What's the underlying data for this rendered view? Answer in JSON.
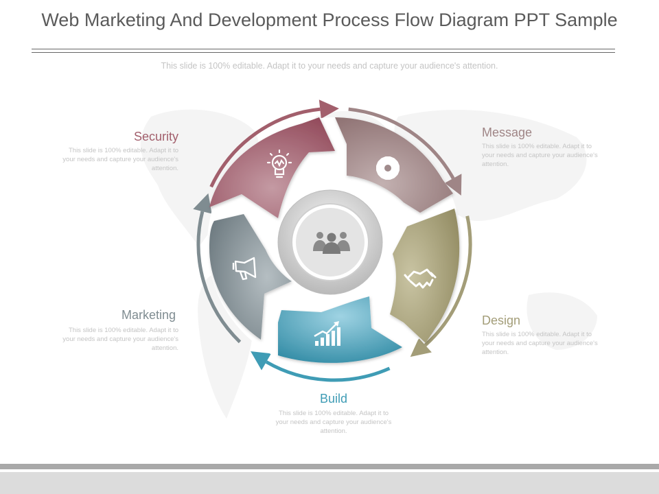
{
  "title": "Web Marketing And Development Process Flow Diagram PPT Sample",
  "subtitle": "This slide is 100% editable. Adapt it to your needs and capture your audience's attention.",
  "colors": {
    "security": "#a25f6c",
    "message": "#9f8586",
    "design": "#a39d78",
    "build": "#3f9cb5",
    "marketing": "#7f8c91"
  },
  "segments": [
    {
      "id": "security",
      "label": "Security",
      "icon": "lightbulb-icon",
      "description": "This slide is 100% editable. Adapt it to your needs and capture your audience's attention."
    },
    {
      "id": "message",
      "label": "Message",
      "icon": "gear-icon",
      "description": "This slide is 100% editable. Adapt it to your needs and capture your audience's attention."
    },
    {
      "id": "design",
      "label": "Design",
      "icon": "handshake-icon",
      "description": "This slide is 100% editable. Adapt it to your needs and capture your audience's attention."
    },
    {
      "id": "build",
      "label": "Build",
      "icon": "growth-chart-icon",
      "description": "This slide is 100% editable. Adapt it to your needs and capture your audience's attention."
    },
    {
      "id": "marketing",
      "label": "Marketing",
      "icon": "megaphone-icon",
      "description": "This slide is 100% editable. Adapt it to your needs and capture your audience's attention."
    }
  ],
  "center_icon": "team-icon"
}
